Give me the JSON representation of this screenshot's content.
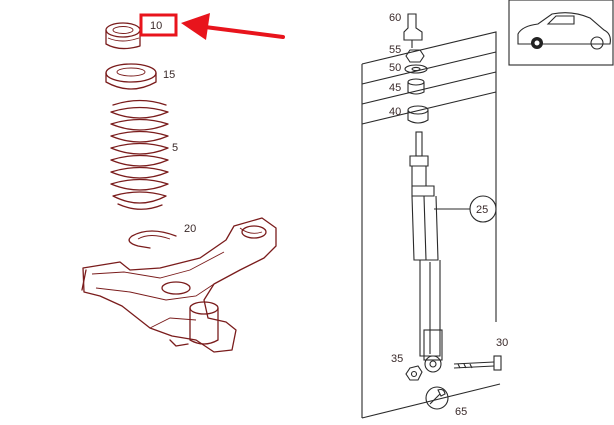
{
  "diagram": {
    "callouts": {
      "p10": "10",
      "p15": "15",
      "p5": "5",
      "p20": "20",
      "p60": "60",
      "p55": "55",
      "p50": "50",
      "p45": "45",
      "p40": "40",
      "p25": "25",
      "p30": "30",
      "p35": "35",
      "p65": "65"
    },
    "colors": {
      "line": "#7a1c1c",
      "highlight": "#e8141c",
      "text": "#3a2a2a"
    },
    "icons": [
      "car-silhouette-icon",
      "wrench-icon",
      "red-arrow-icon"
    ]
  }
}
